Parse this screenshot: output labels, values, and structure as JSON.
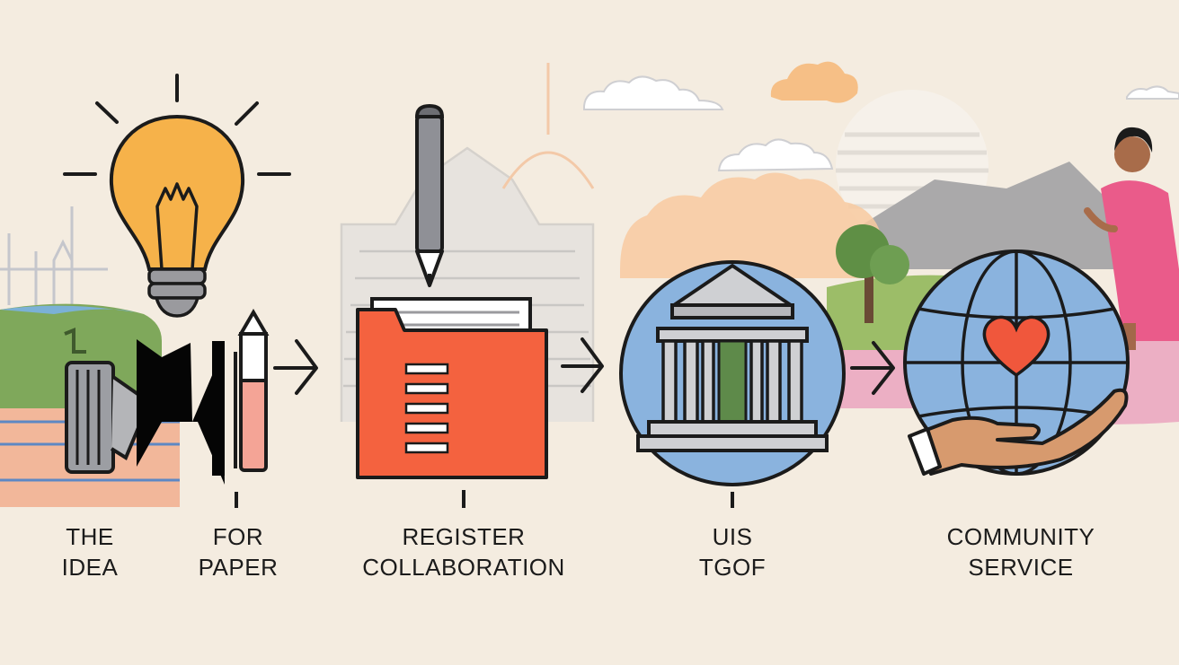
{
  "steps": [
    {
      "line1": "THE",
      "line2": "IDEA"
    },
    {
      "line1": "FOR",
      "line2": "PAPER"
    },
    {
      "line1": "REGISTER",
      "line2": "COLLABORATION"
    },
    {
      "line1": "UIS",
      "line2": "TGOF"
    },
    {
      "line1": "COMMUNITY",
      "line2": "SERVICE"
    }
  ],
  "icons": {
    "step1": "lightbulb-icon",
    "step2": "pen-and-paper-icon",
    "step3": "folder-icon",
    "step4": "government-building-icon",
    "step5": "globe-heart-hand-icon"
  },
  "colors": {
    "background": "#f4ece0",
    "bulb": "#f6b24a",
    "folder": "#f4623f",
    "globe": "#8ab3de",
    "heart": "#f0573c",
    "hand": "#d79a6e",
    "stroke": "#1b1b1b"
  }
}
